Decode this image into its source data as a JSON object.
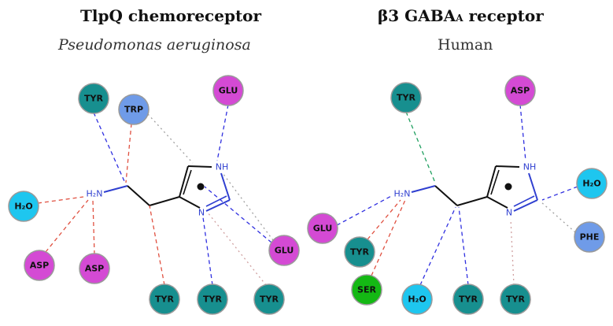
{
  "left_panel": {
    "title": "TlpQ chemoreceptor",
    "subtitle": "Pseudomonas aeruginosa",
    "atom_labels": {
      "amine": "H₂N",
      "nh": "NH",
      "n": "N"
    },
    "residues": [
      {
        "id": "L-TYR1",
        "label": "TYR",
        "kind": "TYR"
      },
      {
        "id": "L-TRP",
        "label": "TRP",
        "kind": "TRP"
      },
      {
        "id": "L-GLU1",
        "label": "GLU",
        "kind": "GLU"
      },
      {
        "id": "L-H2O",
        "label": "H₂O",
        "kind": "H2O"
      },
      {
        "id": "L-ASP1",
        "label": "ASP",
        "kind": "ASP"
      },
      {
        "id": "L-ASP2",
        "label": "ASP",
        "kind": "ASP"
      },
      {
        "id": "L-GLU2",
        "label": "GLU",
        "kind": "GLU"
      },
      {
        "id": "L-TYR2",
        "label": "TYR",
        "kind": "TYR"
      },
      {
        "id": "L-TYR3",
        "label": "TYR",
        "kind": "TYR"
      },
      {
        "id": "L-TYR4",
        "label": "TYR",
        "kind": "TYR"
      }
    ]
  },
  "right_panel": {
    "title": "β3 GABA",
    "title_sub": "A",
    "title_tail": " receptor",
    "subtitle": "Human",
    "atom_labels": {
      "amine": "H₂N",
      "nh": "NH",
      "n": "N"
    },
    "residues": [
      {
        "id": "R-TYR1",
        "label": "TYR",
        "kind": "TYR"
      },
      {
        "id": "R-ASP",
        "label": "ASP",
        "kind": "ASP"
      },
      {
        "id": "R-H2O1",
        "label": "H₂O",
        "kind": "H2O"
      },
      {
        "id": "R-GLU",
        "label": "GLU",
        "kind": "GLU"
      },
      {
        "id": "R-PHE",
        "label": "PHE",
        "kind": "PHE"
      },
      {
        "id": "R-TYR2",
        "label": "TYR",
        "kind": "TYR"
      },
      {
        "id": "R-SER",
        "label": "SER",
        "kind": "SER"
      },
      {
        "id": "R-H2O2",
        "label": "H₂O",
        "kind": "H2O"
      },
      {
        "id": "R-TYR3",
        "label": "TYR",
        "kind": "TYR"
      },
      {
        "id": "R-TYR4",
        "label": "TYR",
        "kind": "TYR"
      }
    ]
  },
  "colors": {
    "TYR": "#178f8f",
    "TRP": "#6f9be8",
    "GLU": "#d44ad4",
    "ASP": "#d44ad4",
    "H2O": "#1ec6ef",
    "PHE": "#6f9be8",
    "SER": "#14b814",
    "node_border": "#9a9a9a",
    "bond": "#111111",
    "nitrogen": "#2f3fd0",
    "salt_bridge": "#e05040",
    "pi_cation": "#3030e0",
    "hbond": "#1f9f5f",
    "pi_pi": "#d0a0a0",
    "pi_stack": "#a0a0a0"
  }
}
